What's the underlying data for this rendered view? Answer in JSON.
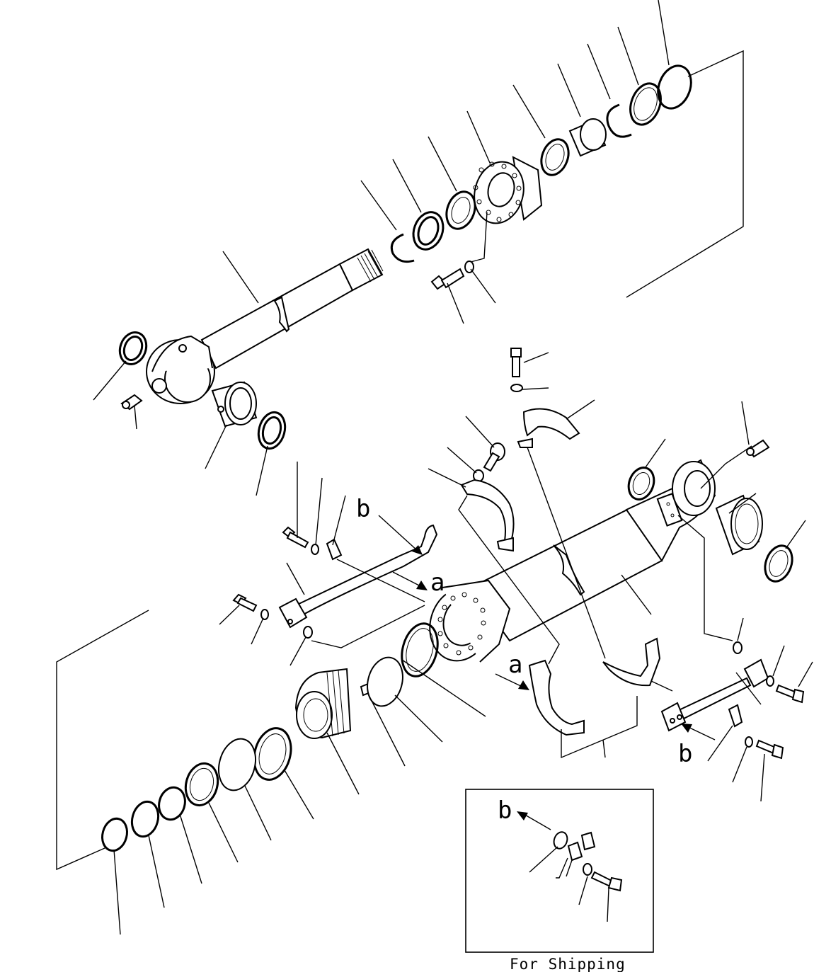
{
  "callouts": {
    "a_upper": "a",
    "a_lower": "a",
    "b_upper": "b",
    "b_lower": "b",
    "b_shipping": "b"
  },
  "shipping_box": {
    "caption": "For Shipping"
  }
}
